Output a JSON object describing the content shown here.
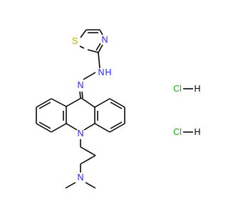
{
  "molecule": {
    "labels": {
      "S": "S",
      "N_thiazole": "N",
      "NH": "N",
      "NH_H": "H",
      "N_hydrazone": "N",
      "N_acridine": "N",
      "N_amine": "N"
    },
    "salt": [
      {
        "Cl": "Cl",
        "dash": "–",
        "H": "H"
      },
      {
        "Cl": "Cl",
        "dash": "–",
        "H": "H"
      }
    ]
  },
  "colors": {
    "bond": "#000000",
    "nitrogen": "#1f1fff",
    "sulfur": "#b4b400",
    "chlorine": "#1faa1f"
  }
}
